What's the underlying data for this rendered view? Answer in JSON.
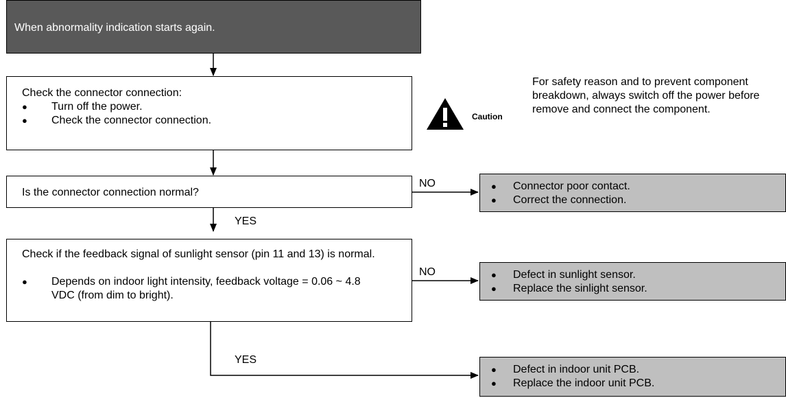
{
  "start_box": {
    "text": "When abnormality indication starts again."
  },
  "step1": {
    "title": "Check the connector connection:",
    "bullets": [
      "Turn off the power.",
      "Check the connector connection."
    ]
  },
  "caution": {
    "label": "Caution",
    "text": "For safety reason and to prevent component breakdown, always switch off the power before remove and connect the component."
  },
  "decision1": {
    "question": "Is the connector connection normal?",
    "no_label": "NO",
    "yes_label": "YES",
    "no_result": [
      "Connector poor contact.",
      "Correct the connection."
    ]
  },
  "decision2": {
    "text": "Check if the feedback signal of sunlight sensor (pin 11 and 13) is normal.",
    "bullet": "Depends on indoor light intensity, feedback voltage = 0.06 ~ 4.8 VDC (from dim to bright).",
    "no_label": "NO",
    "yes_label": "YES",
    "no_result": [
      "Defect in sunlight sensor.",
      "Replace the sinlight sensor."
    ],
    "yes_result": [
      "Defect in indoor unit PCB.",
      "Replace the indoor unit PCB."
    ]
  }
}
